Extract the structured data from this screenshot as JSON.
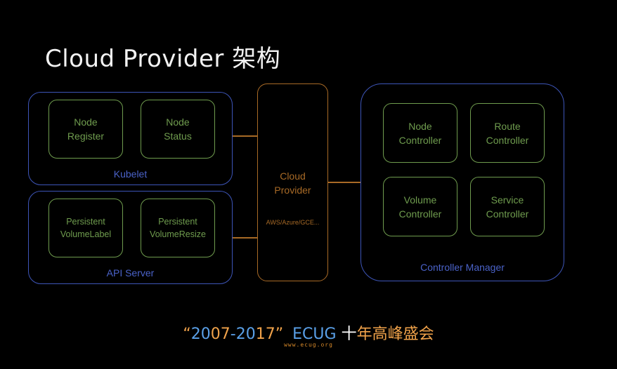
{
  "title": "Cloud Provider 架构",
  "kubelet": {
    "label": "Kubelet",
    "boxes": [
      "Node\nRegister",
      "Node\nStatus"
    ]
  },
  "api_server": {
    "label": "API Server",
    "boxes": [
      "Persistent\nVolumeLabel",
      "Persistent\nVolumeResize"
    ]
  },
  "cloud_provider": {
    "label": "Cloud\nProvider",
    "sub": "AWS/Azure/GCE..."
  },
  "controller_manager": {
    "label": "Controller Manager",
    "boxes": [
      "Node\nController",
      "Route\nController",
      "Volume\nController",
      "Service\nController"
    ]
  },
  "footer": {
    "q_open": "“",
    "y1a": "20",
    "y1b": "07",
    "dash": "-",
    "y2a": "20",
    "y2b": "17",
    "q_close": "”",
    "ecug": "ECUG",
    "shi": "十",
    "rest": "年高峰盛会",
    "url": "www.ecug.org"
  },
  "colors": {
    "blue": "#3d55b8",
    "green": "#6f9c4e",
    "orange": "#a86a26",
    "background": "#000000"
  }
}
